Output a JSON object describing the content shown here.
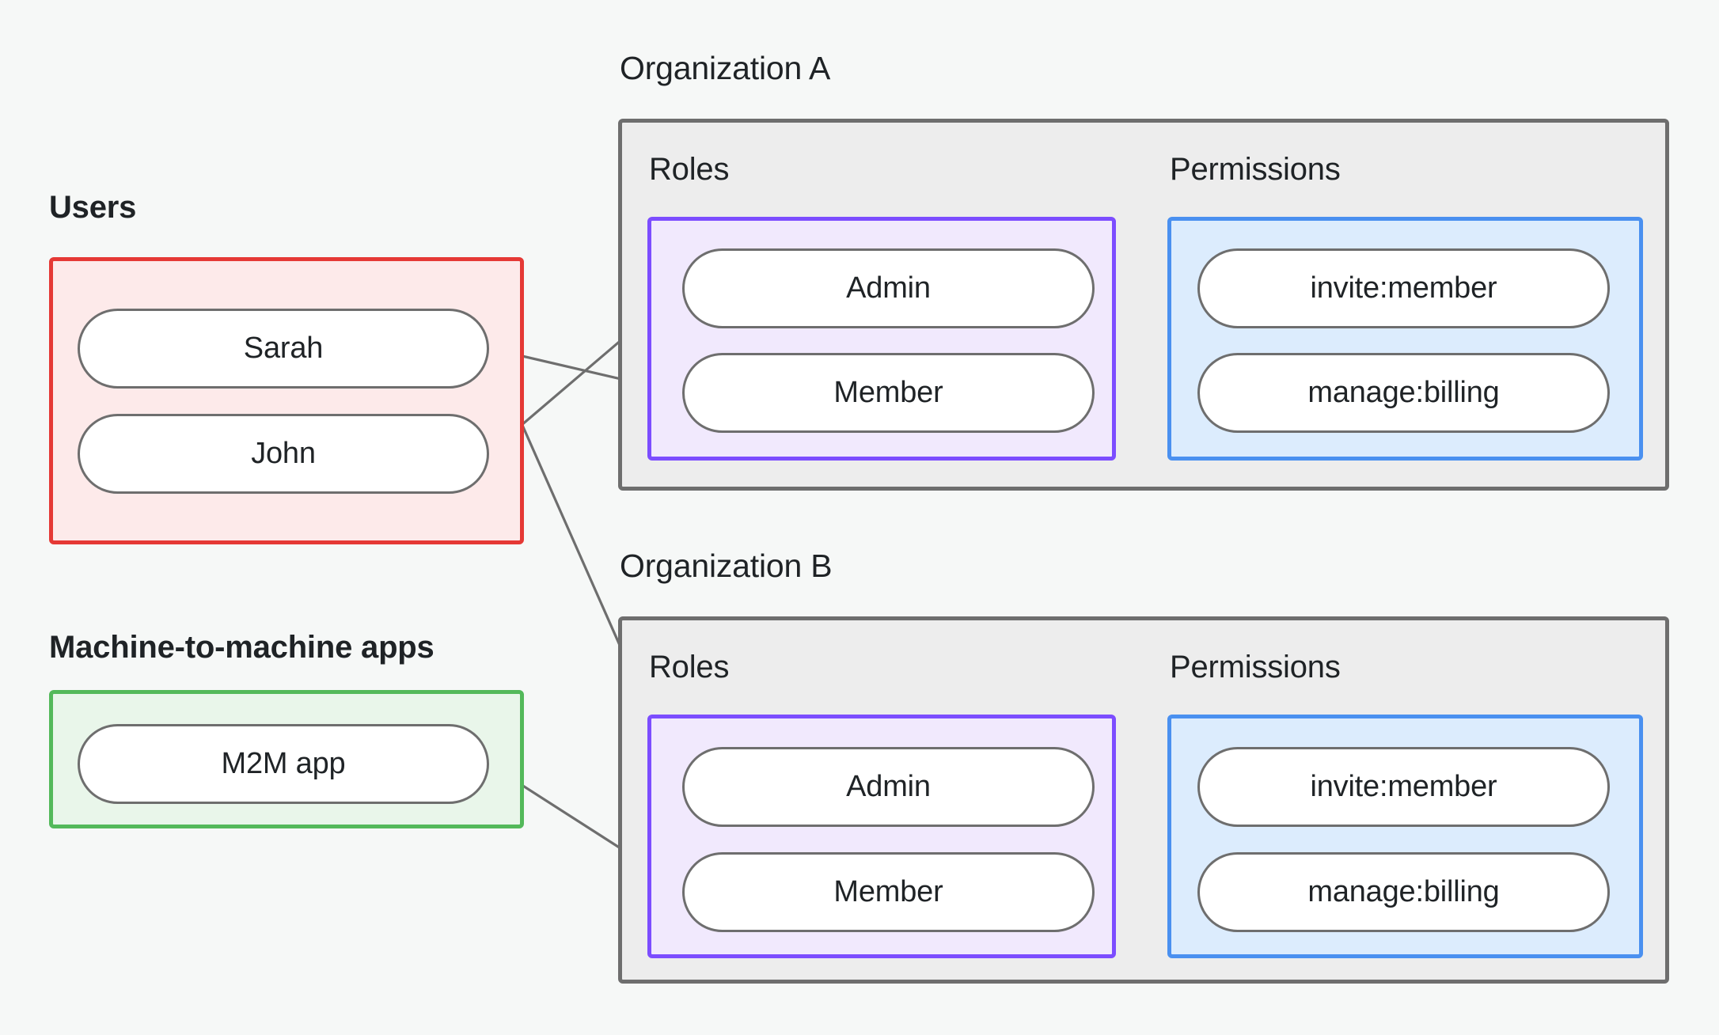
{
  "diagram": {
    "title": "RBAC organization roles and permissions diagram",
    "background_color": "#f6f8f7",
    "connector_color": "#6e6e6e"
  },
  "sections": {
    "users": {
      "label": "Users",
      "border_color": "#e53935",
      "fill_color": "#fdeaea",
      "nodes": [
        {
          "label": "Sarah"
        },
        {
          "label": "John"
        }
      ]
    },
    "m2m": {
      "label": "Machine-to-machine apps",
      "border_color": "#53b95a",
      "fill_color": "#e9f6ea",
      "nodes": [
        {
          "label": "M2M app"
        }
      ]
    }
  },
  "organizations": [
    {
      "label": "Organization A",
      "border_color": "#6e6e6e",
      "fill_color": "#ededed",
      "roles": {
        "label": "Roles",
        "border_color": "#7c4dff",
        "fill_color": "#f1e9fd",
        "nodes": [
          {
            "label": "Admin"
          },
          {
            "label": "Member"
          }
        ]
      },
      "permissions": {
        "label": "Permissions",
        "border_color": "#4a90f0",
        "fill_color": "#dcecfd",
        "nodes": [
          {
            "label": "invite:member"
          },
          {
            "label": "manage:billing"
          }
        ]
      }
    },
    {
      "label": "Organization B",
      "border_color": "#6e6e6e",
      "fill_color": "#ededed",
      "roles": {
        "label": "Roles",
        "border_color": "#7c4dff",
        "fill_color": "#f1e9fd",
        "nodes": [
          {
            "label": "Admin"
          },
          {
            "label": "Member"
          }
        ]
      },
      "permissions": {
        "label": "Permissions",
        "border_color": "#4a90f0",
        "fill_color": "#dcecfd",
        "nodes": [
          {
            "label": "invite:member"
          },
          {
            "label": "manage:billing"
          }
        ]
      }
    }
  ],
  "connections": [
    {
      "from": "Sarah",
      "to": "Organization A / Member"
    },
    {
      "from": "Sarah",
      "to": "Organization B / Admin"
    },
    {
      "from": "John",
      "to": "Organization A / Admin"
    },
    {
      "from": "M2M app",
      "to": "Organization B / Member"
    },
    {
      "from": "Organization A / Admin",
      "to": "Organization A / invite:member"
    },
    {
      "from": "Organization A / Admin",
      "to": "Organization A / manage:billing"
    },
    {
      "from": "Organization A / Member",
      "to": "Organization A / manage:billing"
    },
    {
      "from": "Organization B / Admin",
      "to": "Organization B / invite:member"
    },
    {
      "from": "Organization B / Admin",
      "to": "Organization B / manage:billing"
    },
    {
      "from": "Organization B / Member",
      "to": "Organization B / manage:billing"
    }
  ]
}
